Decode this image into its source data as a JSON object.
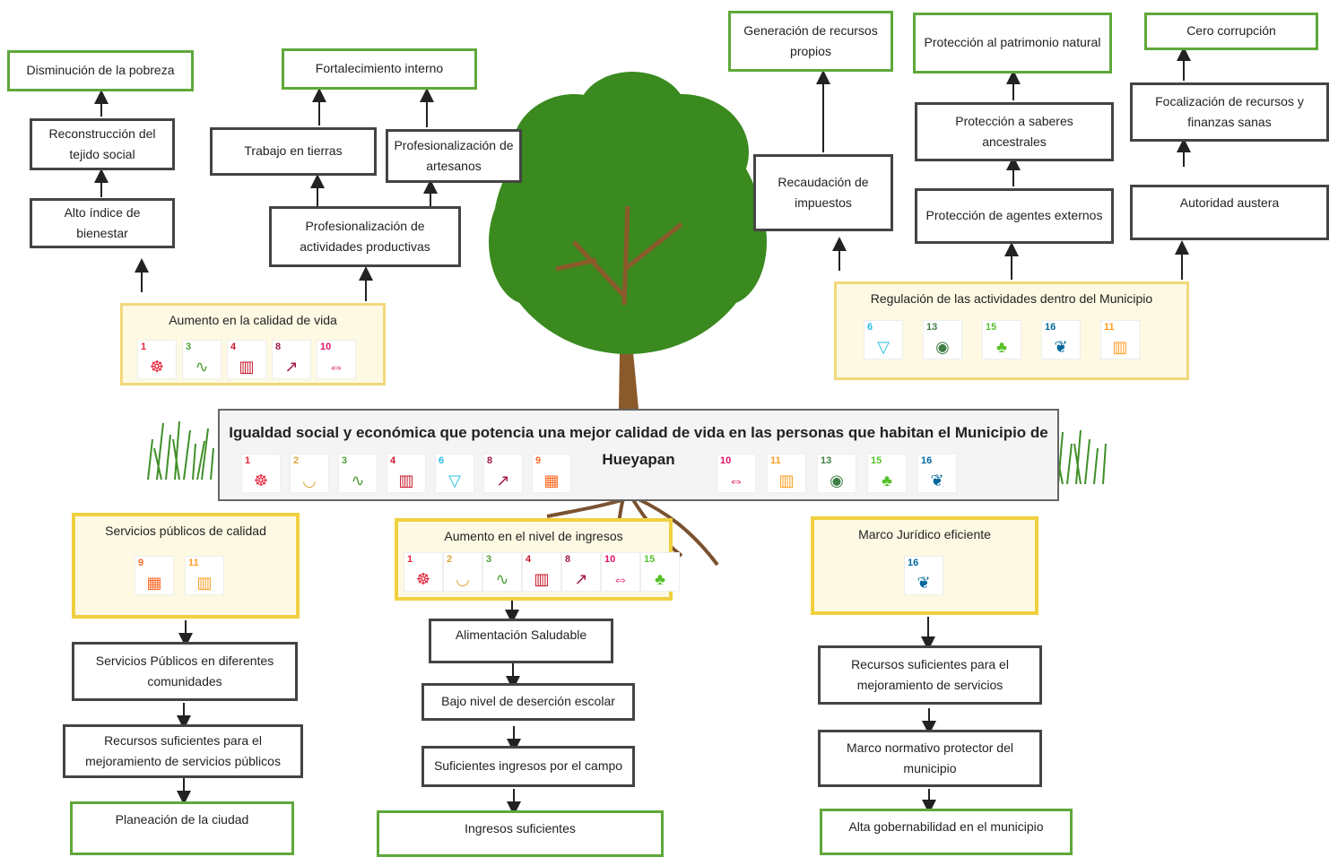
{
  "central": {
    "title": "Igualdad social y económica que potencia una mejor calidad de vida en las personas que habitan el Municipio de Hueyapan",
    "sdgs": [
      "1",
      "2",
      "3",
      "4",
      "6",
      "8",
      "9",
      "10",
      "11",
      "13",
      "15",
      "16"
    ]
  },
  "top_left": {
    "goal_1": "Disminución de la pobreza",
    "reconstruccion": "Reconstrucción del tejido social",
    "alto_indice": "Alto índice de bienestar",
    "goal_2": "Fortalecimiento interno",
    "trabajo": "Trabajo en tierras",
    "profesionalizacion_artesanos": "Profesionalización de artesanos",
    "profesionalizacion_actividades": "Profesionalización de actividades productivas",
    "calidad_vida": "Aumento  en  la calidad de vida",
    "calidad_vida_sdgs": [
      "1",
      "3",
      "4",
      "8",
      "10"
    ]
  },
  "top_right": {
    "generacion": "Generación de recursos propios",
    "recaudacion": "Recaudación de impuestos",
    "patrimonio": "Protección al patrimonio natural",
    "saberes": "Protección a saberes ancestrales",
    "agentes": "Protección de agentes externos",
    "cero": "Cero corrupción",
    "focalizacion": "Focalización de recursos y finanzas sanas",
    "autoridad": "Autoridad austera",
    "regulacion": "Regulación de las actividades dentro del Municipio",
    "regulacion_sdgs": [
      "6",
      "13",
      "15",
      "16",
      "11"
    ]
  },
  "bottom_left": {
    "servicios_calidad": "Servicios públicos de calidad",
    "servicios_calidad_sdgs": [
      "9",
      "11"
    ],
    "servicios_comunidades": "Servicios Públicos en diferentes comunidades",
    "recursos_publicos": "Recursos suficientes para el mejoramiento de servicios públicos",
    "planeacion": "Planeación de la ciudad"
  },
  "bottom_center": {
    "ingresos": "Aumento  en  el nivel de ingresos",
    "ingresos_sdgs": [
      "1",
      "2",
      "3",
      "4",
      "8",
      "10",
      "15"
    ],
    "alimentacion": "Alimentación Saludable",
    "desercion": "Bajo nivel de deserción escolar",
    "campo": "Suficientes ingresos por el campo",
    "ingresos_suficientes": "Ingresos suficientes"
  },
  "bottom_right": {
    "marco": "Marco Jurídico eficiente",
    "marco_sdgs": [
      "16"
    ],
    "recursos_servicios": "Recursos suficientes para el mejoramiento de servicios",
    "normativo": "Marco normativo protector del municipio",
    "gobernabilidad": "Alta gobernabilidad en el municipio"
  },
  "sdg_colors": {
    "1": "#e5243b",
    "2": "#dda63a",
    "3": "#4c9f38",
    "4": "#c5192d",
    "6": "#26bde2",
    "8": "#a21942",
    "9": "#fd6925",
    "10": "#dd1367",
    "11": "#fd9d24",
    "13": "#3f7e44",
    "15": "#56c02b",
    "16": "#00689d"
  }
}
